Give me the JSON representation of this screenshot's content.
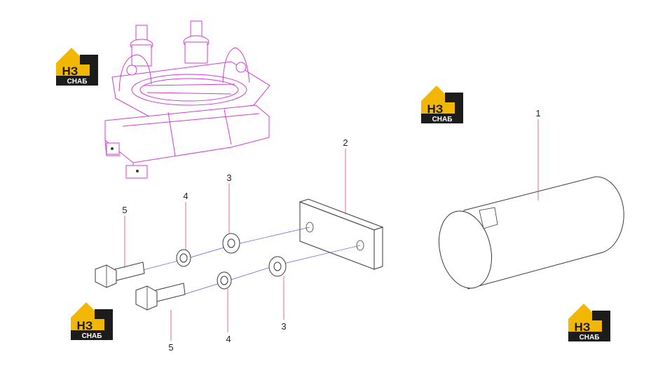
{
  "logo": {
    "top": "НЗ",
    "bottom": "СНАБ",
    "roof_color": "#f2b705",
    "box_color": "#1c1c1c"
  },
  "callouts": {
    "part1": "1",
    "part2": "2",
    "part3a": "3",
    "part3b": "3",
    "part4a": "4",
    "part4b": "4",
    "part5a": "5",
    "part5b": "5"
  },
  "colors": {
    "assembly_line": "#d23cd2",
    "axis_line": "#5b5bd6",
    "leader_line": "#d04a6a"
  }
}
